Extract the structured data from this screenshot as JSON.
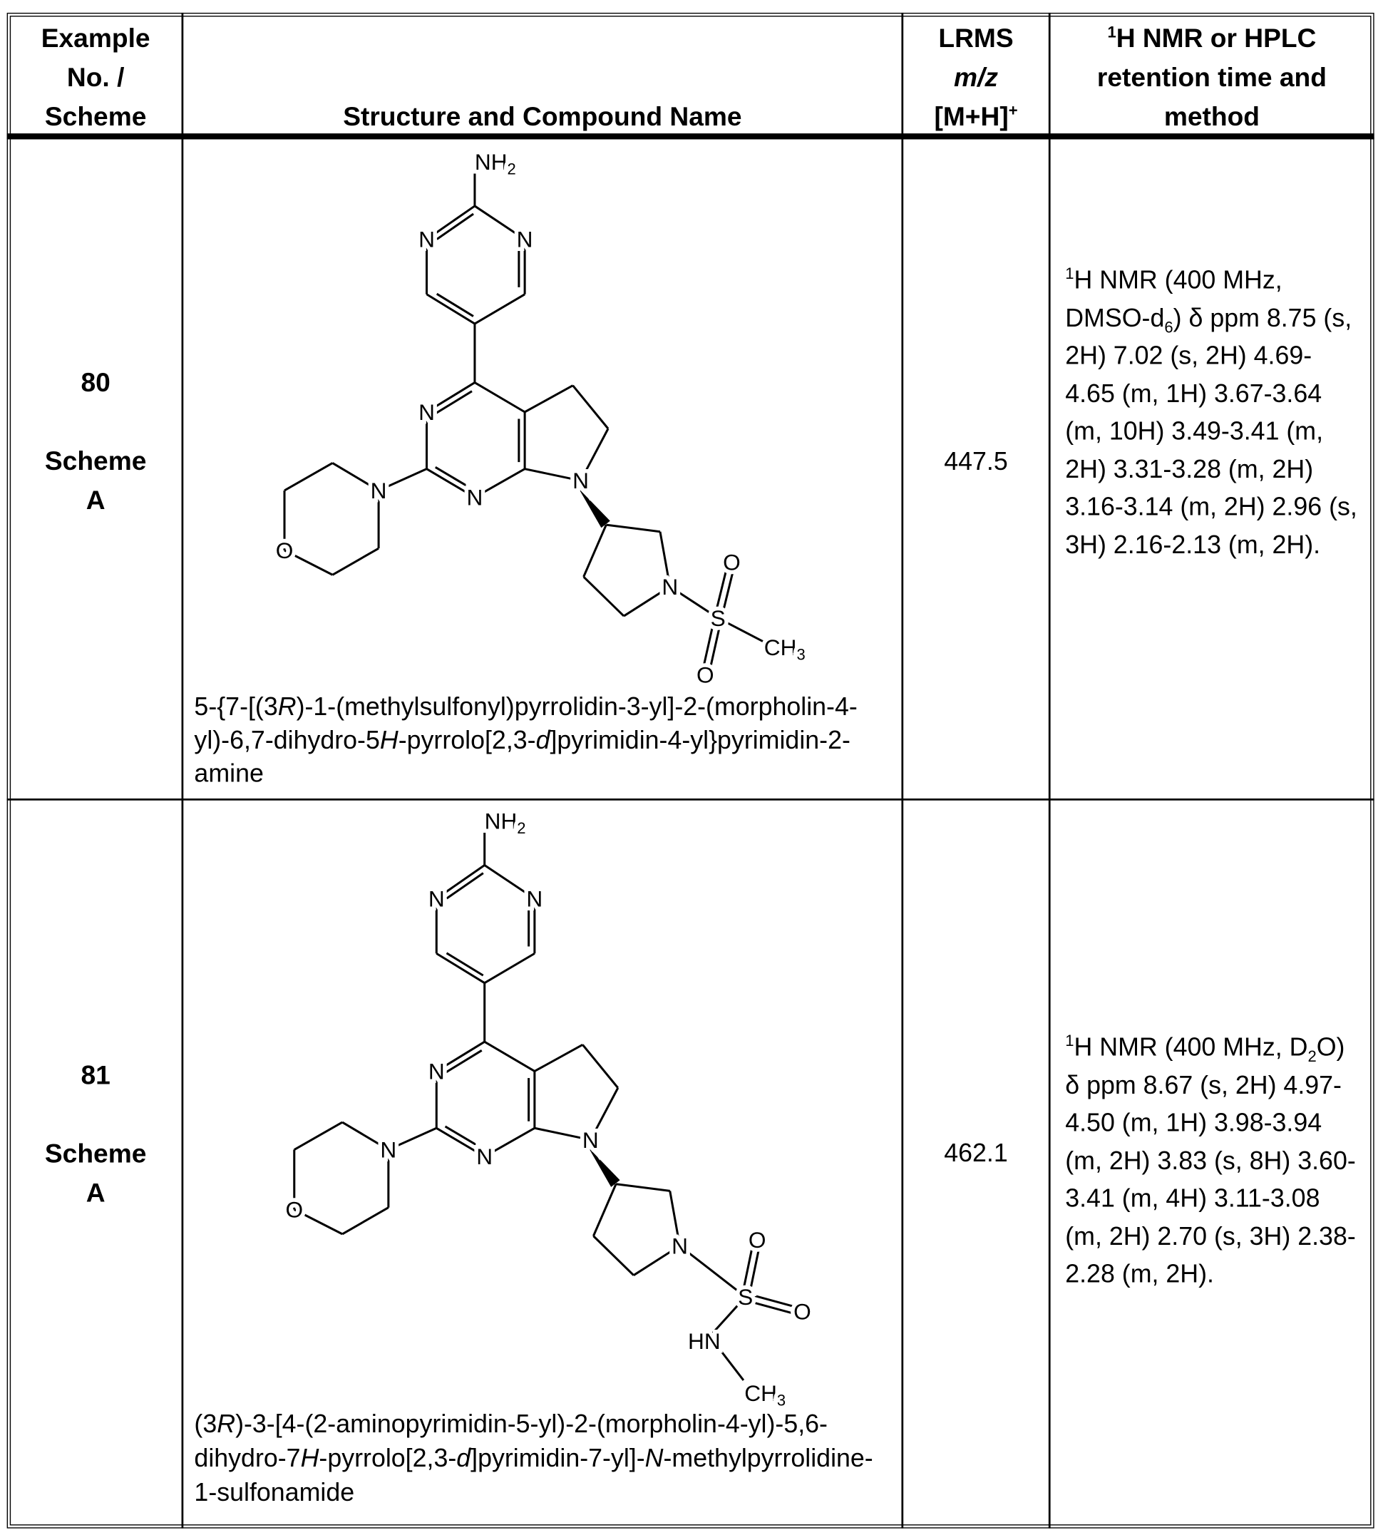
{
  "table": {
    "headers": {
      "example": [
        "Example",
        "No. /",
        "Scheme"
      ],
      "structure": "Structure and Compound Name",
      "lrms": [
        "LRMS",
        "m/z",
        "[M+H]",
        "+"
      ],
      "nmr": [
        "1",
        "H NMR or HPLC",
        "retention time and",
        "method"
      ]
    },
    "rows": [
      {
        "example_no": "80",
        "scheme": [
          "Scheme",
          "A"
        ],
        "mass": "447.5",
        "name": [
          {
            "t": "5-{7-[(3"
          },
          {
            "t": "R",
            "i": true
          },
          {
            "t": ")-1-(methylsulfonyl)pyrrolidin-3-yl]-2-(morpholin-4-yl)-6,7-dihydro-5"
          },
          {
            "t": "H",
            "i": true
          },
          {
            "t": "-pyrrolo[2,3-"
          },
          {
            "t": "d",
            "i": true
          },
          {
            "t": "]pyrimidin-4-yl}pyrimidin-2-amine"
          }
        ],
        "nmr": [
          {
            "t": "1",
            "sup": true
          },
          {
            "t": "H NMR (400 MHz, DMSO-d"
          },
          {
            "t": "6",
            "sub": true
          },
          {
            "t": ") δ ppm 8.75 (s, 2H) 7.02 (s, 2H) 4.69-4.65 (m, 1H) 3.67-3.64 (m, 10H) 3.49-3.41 (m, 2H) 3.31-3.28 (m, 2H) 3.16-3.14 (m, 2H) 2.96 (s, 3H) 2.16-2.13 (m, 2H)."
          }
        ],
        "structure_variant": "methylsulfonyl"
      },
      {
        "example_no": "81",
        "scheme": [
          "Scheme",
          "A"
        ],
        "mass": "462.1",
        "name": [
          {
            "t": "(3"
          },
          {
            "t": "R",
            "i": true
          },
          {
            "t": ")-3-[4-(2-aminopyrimidin-5-yl)-2-(morpholin-4-yl)-5,6-dihydro-7"
          },
          {
            "t": "H",
            "i": true
          },
          {
            "t": "-pyrrolo[2,3-"
          },
          {
            "t": "d",
            "i": true
          },
          {
            "t": "]pyrimidin-7-yl]-"
          },
          {
            "t": "N",
            "i": true
          },
          {
            "t": "-methylpyrrolidine-1-sulfonamide"
          }
        ],
        "nmr": [
          {
            "t": "1",
            "sup": true
          },
          {
            "t": "H NMR (400 MHz, D"
          },
          {
            "t": "2",
            "sub": true
          },
          {
            "t": "O) δ ppm 8.67 (s, 2H) 4.97-4.50 (m, 1H) 3.98-3.94 (m, 2H) 3.83 (s, 8H) 3.60-3.41 (m, 4H) 3.11-3.08 (m, 2H) 2.70 (s, 3H) 2.38-2.28 (m, 2H)."
          }
        ],
        "structure_variant": "methylsulfamoyl"
      }
    ]
  },
  "atom_labels": {
    "N": "N",
    "O": "O",
    "S": "S",
    "NH": "NH",
    "HN": "HN",
    "CH": "CH",
    "two": "2",
    "three": "3"
  }
}
